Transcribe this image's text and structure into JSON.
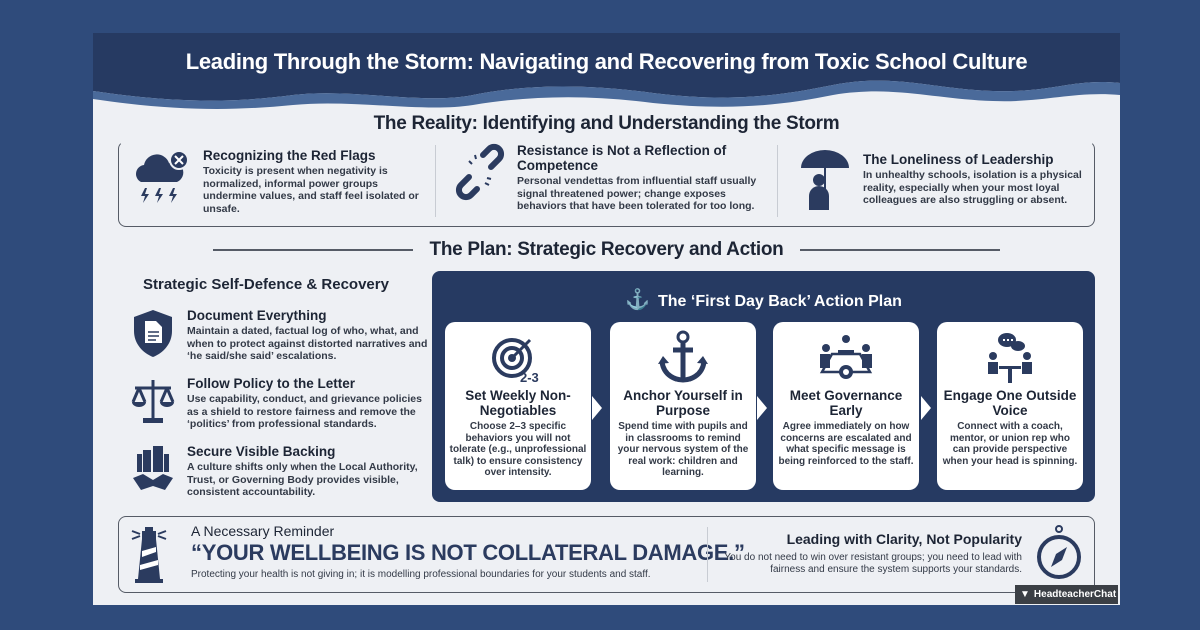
{
  "title": "Leading Through the Storm: Navigating and Recovering from Toxic School Culture",
  "reality": {
    "heading": "The Reality: Identifying and Understanding the Storm",
    "items": [
      {
        "icon": "storm-cloud-icon",
        "title": "Recognizing the Red Flags",
        "text": "Toxicity is present when negativity is normalized, informal power groups undermine values, and staff feel isolated or unsafe."
      },
      {
        "icon": "broken-link-icon",
        "title": "Resistance is Not a Reflection of Competence",
        "text": "Personal vendettas from influential staff usually signal threatened power; change exposes behaviors that have been tolerated for too long."
      },
      {
        "icon": "umbrella-person-icon",
        "title": "The Loneliness of Leadership",
        "text": "In unhealthy schools, isolation is a physical reality, especially when your most loyal colleagues are also struggling or absent."
      }
    ]
  },
  "plan": {
    "heading": "The Plan: Strategic Recovery and Action",
    "defence": {
      "heading": "Strategic Self-Defence & Recovery",
      "items": [
        {
          "icon": "shield-document-icon",
          "title": "Document Everything",
          "text": "Maintain a dated, factual log of who, what, and when to protect against distorted narratives and ‘he said/she said’ escalations."
        },
        {
          "icon": "scales-icon",
          "title": "Follow Policy to the Letter",
          "text": "Use capability, conduct, and grievance policies as a shield to restore fairness and remove the ‘politics’ from professional standards."
        },
        {
          "icon": "handshake-building-icon",
          "title": "Secure Visible Backing",
          "text": "A culture shifts only when the Local Authority, Trust, or Governing Body provides visible, consistent accountability."
        }
      ]
    },
    "action": {
      "heading": "The ‘First Day Back’ Action Plan",
      "target_label": "2-3",
      "steps": [
        {
          "icon": "target-icon",
          "title": "Set Weekly Non-Negotiables",
          "text": "Choose 2–3 specific behaviors you will not tolerate (e.g., unprofessional talk) to ensure consistency over intensity."
        },
        {
          "icon": "anchor-icon",
          "title": "Anchor Yourself in Purpose",
          "text": "Spend time with pupils and in classrooms to remind your nervous system of the real work: children and learning."
        },
        {
          "icon": "meeting-gear-icon",
          "title": "Meet Governance Early",
          "text": "Agree immediately on how concerns are escalated and what specific message is being reinforced to the staff."
        },
        {
          "icon": "conversation-icon",
          "title": "Engage One Outside Voice",
          "text": "Connect with a coach, mentor, or union rep who can provide perspective when your head is spinning."
        }
      ]
    }
  },
  "reminder": {
    "label": "A Necessary Reminder",
    "quote": "“YOUR WELLBEING IS NOT COLLATERAL DAMAGE.”",
    "text": "Protecting your health is not giving in; it is modelling professional boundaries for your students and staff."
  },
  "clarity": {
    "title": "Leading with Clarity, Not Popularity",
    "text": "You do not need to win over resistant groups; you need to lead with fairness and ensure the system supports your standards."
  },
  "watermark": "HeadteacherChat",
  "colors": {
    "background": "#2f4b7b",
    "navy": "#263a62",
    "panel": "#eef0f4"
  }
}
